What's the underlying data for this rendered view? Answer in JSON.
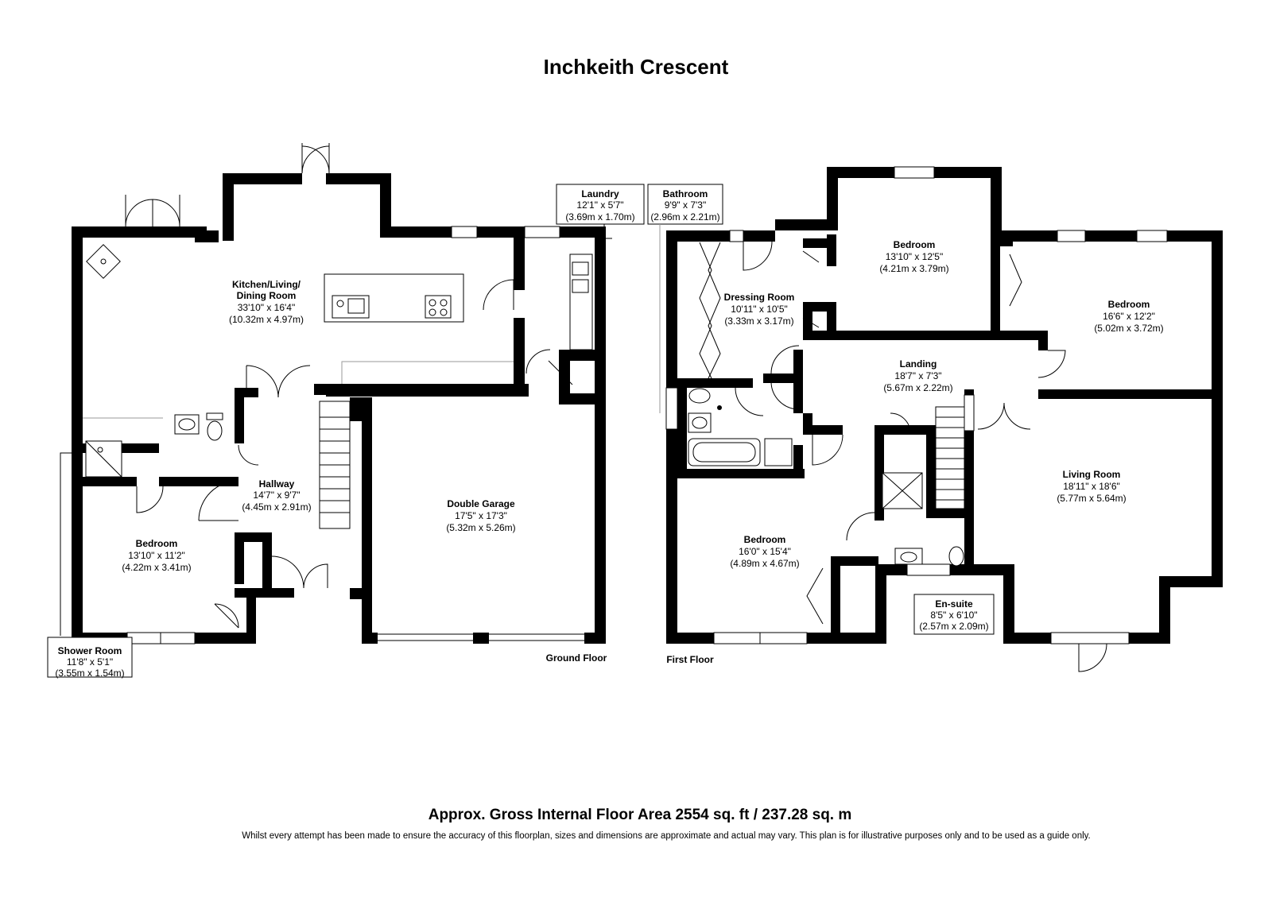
{
  "title": "Inchkeith Crescent",
  "floors": {
    "ground": "Ground Floor",
    "first": "First Floor"
  },
  "rooms": {
    "kitchen": {
      "name": "Kitchen/Living/",
      "name2": "Dining Room",
      "imperial": "33'10\" x 16'4\"",
      "metric": "(10.32m x 4.97m)"
    },
    "laundry": {
      "name": "Laundry",
      "imperial": "12'1\" x 5'7\"",
      "metric": "(3.69m x 1.70m)"
    },
    "hallway": {
      "name": "Hallway",
      "imperial": "14'7\" x 9'7\"",
      "metric": "(4.45m x 2.91m)"
    },
    "garage": {
      "name": "Double Garage",
      "imperial": "17'5\" x 17'3\"",
      "metric": "(5.32m x 5.26m)"
    },
    "gbedroom": {
      "name": "Bedroom",
      "imperial": "13'10\" x 11'2\"",
      "metric": "(4.22m x 3.41m)"
    },
    "shower": {
      "name": "Shower Room",
      "imperial": "11'8\" x 5'1\"",
      "metric": "(3.55m x 1.54m)"
    },
    "bathroom": {
      "name": "Bathroom",
      "imperial": "9'9\" x 7'3\"",
      "metric": "(2.96m x 2.21m)"
    },
    "bedroom1": {
      "name": "Bedroom",
      "imperial": "13'10\" x 12'5\"",
      "metric": "(4.21m x 3.79m)"
    },
    "dressing": {
      "name": "Dressing Room",
      "imperial": "10'11\" x 10'5\"",
      "metric": "(3.33m x 3.17m)"
    },
    "bedroom2": {
      "name": "Bedroom",
      "imperial": "16'6\" x 12'2\"",
      "metric": "(5.02m x 3.72m)"
    },
    "landing": {
      "name": "Landing",
      "imperial": "18'7\" x 7'3\"",
      "metric": "(5.67m x 2.22m)"
    },
    "living": {
      "name": "Living Room",
      "imperial": "18'11\" x 18'6\"",
      "metric": "(5.77m x 5.64m)"
    },
    "bedroom3": {
      "name": "Bedroom",
      "imperial": "16'0\" x 15'4\"",
      "metric": "(4.89m x 4.67m)"
    },
    "ensuite": {
      "name": "En-suite",
      "imperial": "8'5\" x 6'10\"",
      "metric": "(2.57m x 2.09m)"
    }
  },
  "footer": {
    "area": "Approx. Gross Internal Floor Area 2554 sq. ft / 237.28 sq. m",
    "disclaimer": "Whilst every attempt has been made to ensure the accuracy of this floorplan, sizes and dimensions are approximate and actual may vary. This plan is for illustrative purposes only and to be used as a guide only."
  }
}
